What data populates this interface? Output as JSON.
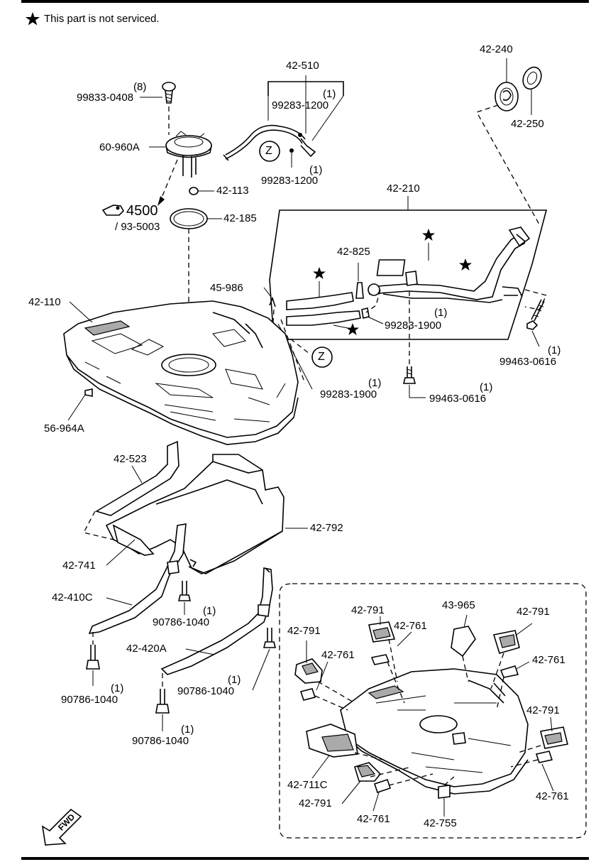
{
  "note": {
    "star": "★",
    "text": "This part is not serviced."
  },
  "fwd": "FWD",
  "callout_z": "Z",
  "labels": {
    "l_8": "(8)",
    "l_99833": "99833-0408",
    "l_60960a": "60-960A",
    "l_4500": "4500",
    "l_935003": "/ 93-5003",
    "l_42113": "42-113",
    "l_42185": "42-185",
    "l_42510": "42-510",
    "l_1a": "(1)",
    "l_99283_1200a": "99283-1200",
    "l_1b": "(1)",
    "l_99283_1200b": "99283-1200",
    "l_42240": "42-240",
    "l_42250": "42-250",
    "l_42210": "42-210",
    "l_42825": "42-825",
    "l_1c": "(1)",
    "l_99283_1900a": "99283-1900",
    "l_1d": "(1)",
    "l_99463a": "99463-0616",
    "l_45986": "45-986",
    "l_42110": "42-110",
    "l_1e": "(1)",
    "l_99283_1900b": "99283-1900",
    "l_1f": "(1)",
    "l_99463b": "99463-0616",
    "l_56964a": "56-964A",
    "l_42523": "42-523",
    "l_42792": "42-792",
    "l_42741": "42-741",
    "l_42410c": "42-410C",
    "l_1g": "(1)",
    "l_90786a": "90786-1040",
    "l_42420a": "42-420A",
    "l_1h": "(1)",
    "l_90786b": "90786-1040",
    "l_1i": "(1)",
    "l_90786c": "90786-1040",
    "l_1j": "(1)",
    "l_90786d": "90786-1040",
    "l_42791a": "42-791",
    "l_42761a": "42-761",
    "l_43965": "43-965",
    "l_42791b": "42-791",
    "l_42791c": "42-791",
    "l_42761b": "42-761",
    "l_42761c": "42-761",
    "l_42791d": "42-791",
    "l_42711c": "42-711C",
    "l_42791e": "42-791",
    "l_42761d": "42-761",
    "l_42755": "42-755",
    "l_42761e": "42-761"
  }
}
